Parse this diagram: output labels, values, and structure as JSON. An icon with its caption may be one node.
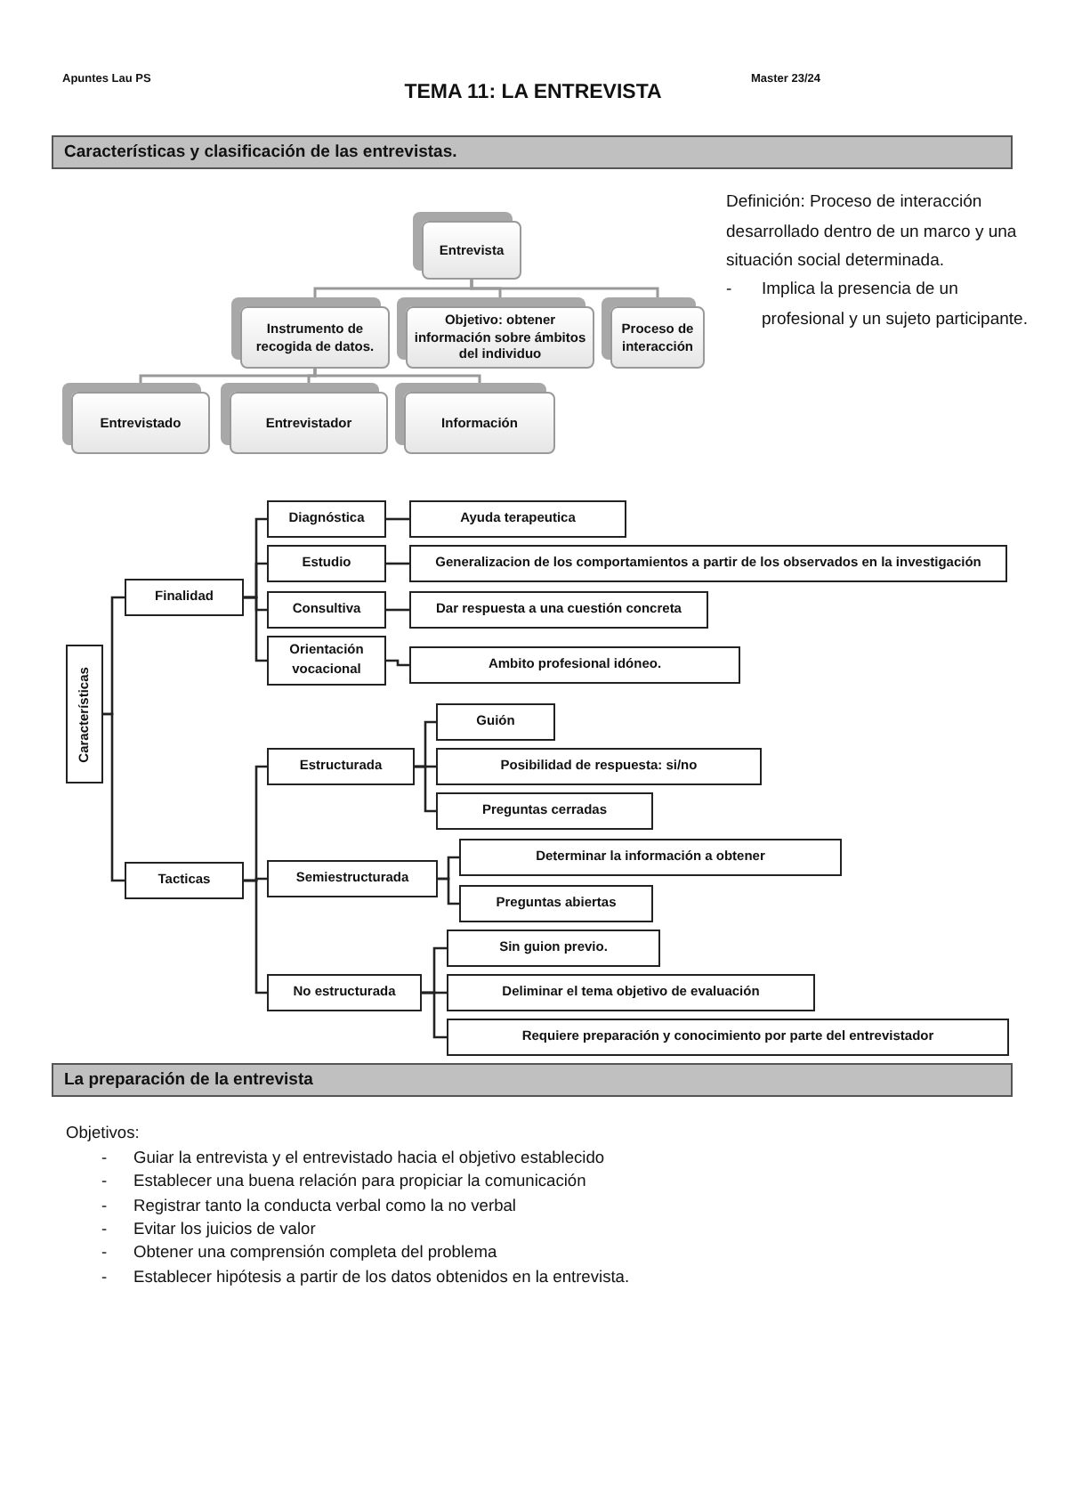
{
  "diagram": {
    "title": "TEMA 11: LA ENTREVISTA",
    "nodes": [
      {
        "text": [
          "Entrevista"
        ]
      },
      {
        "text": [
          "Instrumento de recogida de datos."
        ]
      },
      {
        "text": [
          "Objetivo: obtener información sobre ámbitos del individuo"
        ]
      },
      {
        "text": [
          "Proceso de interacción"
        ]
      },
      {
        "text": [
          "Entrevistado"
        ]
      },
      {
        "text": [
          "Entrevistador"
        ]
      },
      {
        "text": [
          "Información"
        ]
      },
      {
        "text": [
          "Características"
        ]
      },
      {
        "text": [
          "Finalidad"
        ]
      },
      {
        "text": [
          "Diagnóstica"
        ]
      },
      {
        "text": [
          "Ayuda terapeutica"
        ]
      },
      {
        "text": [
          "Estudio"
        ]
      },
      {
        "text": [
          "Generalizacion de los comportamientos a partir de los observados en la investigación"
        ]
      },
      {
        "text": [
          "Consultiva"
        ]
      },
      {
        "text": [
          "Dar respuesta a una cuestión concreta"
        ]
      },
      {
        "text": [
          "Orientación vocacional"
        ]
      },
      {
        "text": [
          "Ambito profesional idóneo."
        ]
      },
      {
        "text": [
          "Tacticas"
        ]
      },
      {
        "text": [
          "Estructurada"
        ]
      },
      {
        "text": [
          "Guión"
        ]
      },
      {
        "text": [
          "Posibilidad de respuesta: si/no"
        ]
      },
      {
        "text": [
          "Preguntas cerradas"
        ]
      },
      {
        "text": [
          "Semiestructurada"
        ]
      },
      {
        "text": [
          "Determinar la información a obtener"
        ]
      },
      {
        "text": [
          "Preguntas abiertas"
        ]
      },
      {
        "text": [
          "No estructurada"
        ]
      },
      {
        "text": [
          "Sin guion previo."
        ]
      },
      {
        "text": [
          "Deliminar el tema objetivo de evaluación"
        ]
      },
      {
        "text": [
          "Requiere preparación y conocimiento por parte del entrevistador"
        ]
      }
    ],
    "edges": [
      {
        "from": 0,
        "to": 1,
        "arrow": "none",
        "color": "#999999"
      },
      {
        "from": 0,
        "to": 2,
        "arrow": "none",
        "color": "#999999"
      },
      {
        "from": 0,
        "to": 3,
        "arrow": "none",
        "color": "#999999"
      },
      {
        "from": 1,
        "to": 4,
        "arrow": "none",
        "color": "#999999"
      },
      {
        "from": 1,
        "to": 5,
        "arrow": "none",
        "color": "#999999"
      },
      {
        "from": 1,
        "to": 6,
        "arrow": "none",
        "color": "#999999"
      },
      {
        "from": 7,
        "to": 8,
        "arrow": "none"
      },
      {
        "from": 7,
        "to": 17,
        "arrow": "none"
      },
      {
        "from": 8,
        "to": 9,
        "arrow": "none"
      },
      {
        "from": 8,
        "to": 11,
        "arrow": "none"
      },
      {
        "from": 8,
        "to": 13,
        "arrow": "none"
      },
      {
        "from": 8,
        "to": 15,
        "arrow": "none"
      },
      {
        "from": 9,
        "to": 10,
        "arrow": "none"
      },
      {
        "from": 11,
        "to": 12,
        "arrow": "none"
      },
      {
        "from": 13,
        "to": 14,
        "arrow": "none"
      },
      {
        "from": 15,
        "to": 16,
        "arrow": "none"
      },
      {
        "from": 17,
        "to": 18,
        "arrow": "none"
      },
      {
        "from": 17,
        "to": 22,
        "arrow": "none"
      },
      {
        "from": 17,
        "to": 25,
        "arrow": "none"
      },
      {
        "from": 18,
        "to": 19,
        "arrow": "none"
      },
      {
        "from": 18,
        "to": 20,
        "arrow": "none"
      },
      {
        "from": 18,
        "to": 21,
        "arrow": "none"
      },
      {
        "from": 22,
        "to": 23,
        "arrow": "none"
      },
      {
        "from": 22,
        "to": 24,
        "arrow": "none"
      },
      {
        "from": 25,
        "to": 26,
        "arrow": "none"
      },
      {
        "from": 25,
        "to": 27,
        "arrow": "none"
      },
      {
        "from": 25,
        "to": 28,
        "arrow": "none"
      }
    ],
    "labels": [
      "Apuntes Lau PS",
      "Master 23/24",
      "Características y clasificación de las entrevistas.",
      "Definición: Proceso de interacción desarrollado dentro de un marco y una situación social determinada.",
      "-",
      "Implica la presencia de un profesional y un sujeto participante.",
      "La preparación de la entrevista",
      "Objetivos:",
      "-",
      "Guiar la entrevista y el entrevistado hacia el objetivo establecido",
      "-",
      "Establecer una buena relación para propiciar la comunicación",
      "-",
      "Registrar tanto la conducta verbal como la no verbal",
      "-",
      "Evitar los juicios de valor",
      "-",
      "Obtener una comprensión completa del problema",
      "-",
      "Establecer hipótesis a partir de los datos obtenidos en la entrevista."
    ]
  }
}
